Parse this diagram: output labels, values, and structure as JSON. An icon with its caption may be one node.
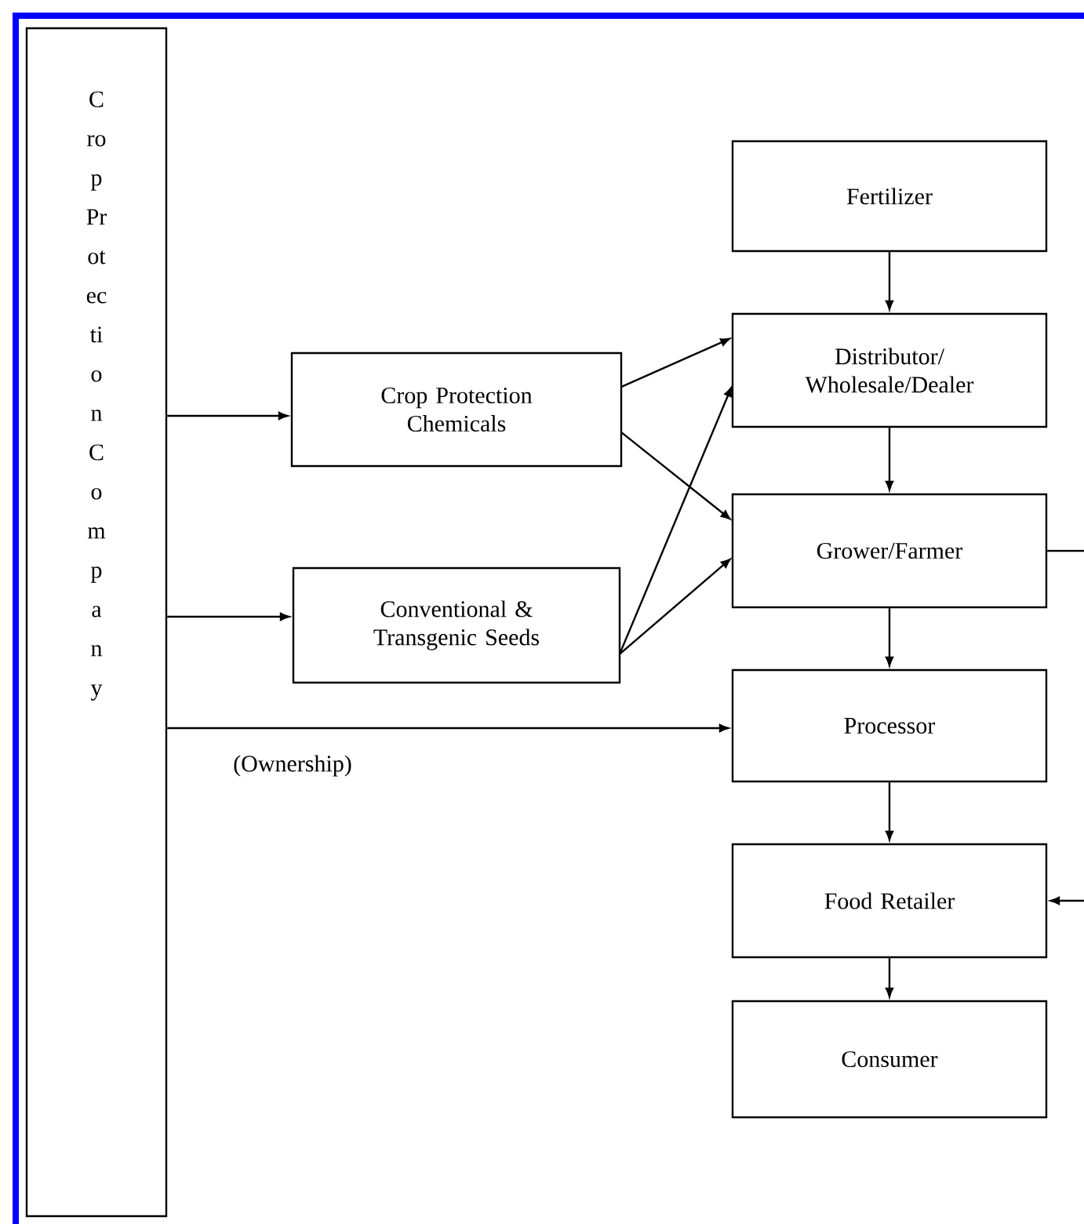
{
  "diagram": {
    "nodes": [
      {
        "text": [
          "Crop Protection Company"
        ]
      },
      {
        "text": [
          "Crop Protection Chemicals"
        ]
      },
      {
        "text": [
          "Conventional & Transgenic Seeds"
        ]
      },
      {
        "text": [
          "Fertilizer"
        ]
      },
      {
        "text": [
          "Distributor/ Wholesale/Dealer"
        ]
      },
      {
        "text": [
          "Grower/Farmer"
        ]
      },
      {
        "text": [
          "Processor"
        ]
      },
      {
        "text": [
          "Food Retailer"
        ]
      },
      {
        "text": [
          "Consumer"
        ]
      }
    ],
    "edges": [
      {
        "from": 0,
        "to": 1,
        "arrow": "to"
      },
      {
        "from": 0,
        "to": 2,
        "arrow": "to"
      },
      {
        "from": 0,
        "to": 6,
        "arrow": "to",
        "label": "(Ownership)"
      },
      {
        "from": 1,
        "to": 4,
        "arrow": "to"
      },
      {
        "from": 1,
        "to": 5,
        "arrow": "to"
      },
      {
        "from": 2,
        "to": 4,
        "arrow": "to"
      },
      {
        "from": 2,
        "to": 5,
        "arrow": "to"
      },
      {
        "from": 3,
        "to": 4,
        "arrow": "to"
      },
      {
        "from": 4,
        "to": 5,
        "arrow": "to"
      },
      {
        "from": 5,
        "to": 6,
        "arrow": "to"
      },
      {
        "from": 6,
        "to": 7,
        "arrow": "to"
      },
      {
        "from": 7,
        "to": 8,
        "arrow": "to"
      },
      {
        "from": 5,
        "to": 7,
        "arrow": "to"
      }
    ]
  }
}
